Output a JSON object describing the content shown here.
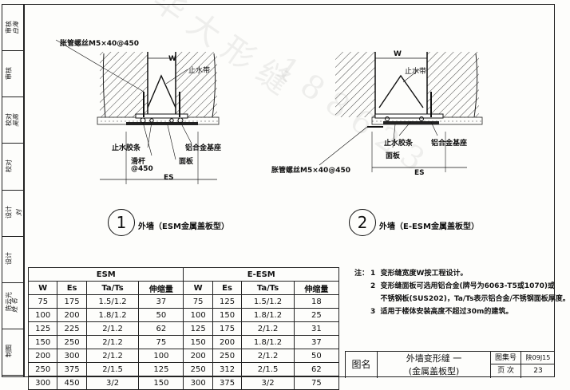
{
  "sidebar": {
    "cells": [
      {
        "label": "审核",
        "sign": "白海"
      },
      {
        "label": "审核",
        "sign": ""
      },
      {
        "label": "校对",
        "sign": "吴高"
      },
      {
        "label": "校对",
        "sign": ""
      },
      {
        "label": "设计",
        "sign": "刘"
      },
      {
        "label": "设计",
        "sign": ""
      },
      {
        "label": "陈云光",
        "sign": "姓 名"
      },
      {
        "label": "制图",
        "sign": ""
      }
    ]
  },
  "detail1": {
    "number": "1",
    "caption": "外墙（ESM金属盖板型）",
    "label_bolt": "胀管螺丝M5×40@450",
    "label_waterstop": "止水带",
    "label_rubber": "止水胶条",
    "label_base": "铝合金基座",
    "label_rod": "滑杆",
    "label_rod_spacing": "@450",
    "label_panel": "面板",
    "dim_w": "W",
    "dim_es": "ES"
  },
  "detail2": {
    "number": "2",
    "caption": "外墙（E-ESM金属盖板型）",
    "label_bolt": "胀管螺丝M5×40@450",
    "label_waterstop": "止水带",
    "label_rubber": "止水胶条",
    "label_base": "铝合金基座",
    "label_panel": "面板",
    "dim_w": "W",
    "dim_es": "ES"
  },
  "table": {
    "group1": "ESM",
    "group2": "E-ESM",
    "headers": [
      "W",
      "Es",
      "Ta/Ts",
      "伸缩量",
      "W",
      "Es",
      "Ta/Ts",
      "伸缩量"
    ],
    "rows": [
      [
        "75",
        "175",
        "1.5/1.2",
        "37",
        "75",
        "125",
        "1.5/1.2",
        "18"
      ],
      [
        "100",
        "200",
        "1.8/1.2",
        "50",
        "100",
        "150",
        "1.8/1.2",
        "25"
      ],
      [
        "125",
        "225",
        "2/1.2",
        "62",
        "125",
        "175",
        "2/1.2",
        "31"
      ],
      [
        "150",
        "250",
        "2/1.2",
        "75",
        "150",
        "200",
        "1.8/1.2",
        "37"
      ],
      [
        "200",
        "300",
        "2/1.2",
        "100",
        "200",
        "250",
        "2/1.2",
        "50"
      ],
      [
        "250",
        "375",
        "2/1.5",
        "125",
        "250",
        "312",
        "2/1.5",
        "62"
      ],
      [
        "300",
        "450",
        "3/2",
        "150",
        "300",
        "375",
        "3/2",
        "75"
      ]
    ]
  },
  "notes": {
    "prefix": "注：",
    "lines": [
      "1  变形缝宽度W按工程设计。",
      "2  变形缝面板可选用铝合金(牌号为6063-T5或1070)或",
      "    不锈钢板(SUS202)，Ta/Ts表示铝合金/不锈钢面板厚度。",
      "3  适用于楼体安装高度不超过30m的建筑。"
    ]
  },
  "titleblock": {
    "label_name": "图名",
    "title_line1": "外墙变形缝  一",
    "title_line2": "(金属盖板型)",
    "label_atlas": "图集号",
    "atlas_no": "陕09J15",
    "label_page": "页  次",
    "page_no": "23"
  }
}
